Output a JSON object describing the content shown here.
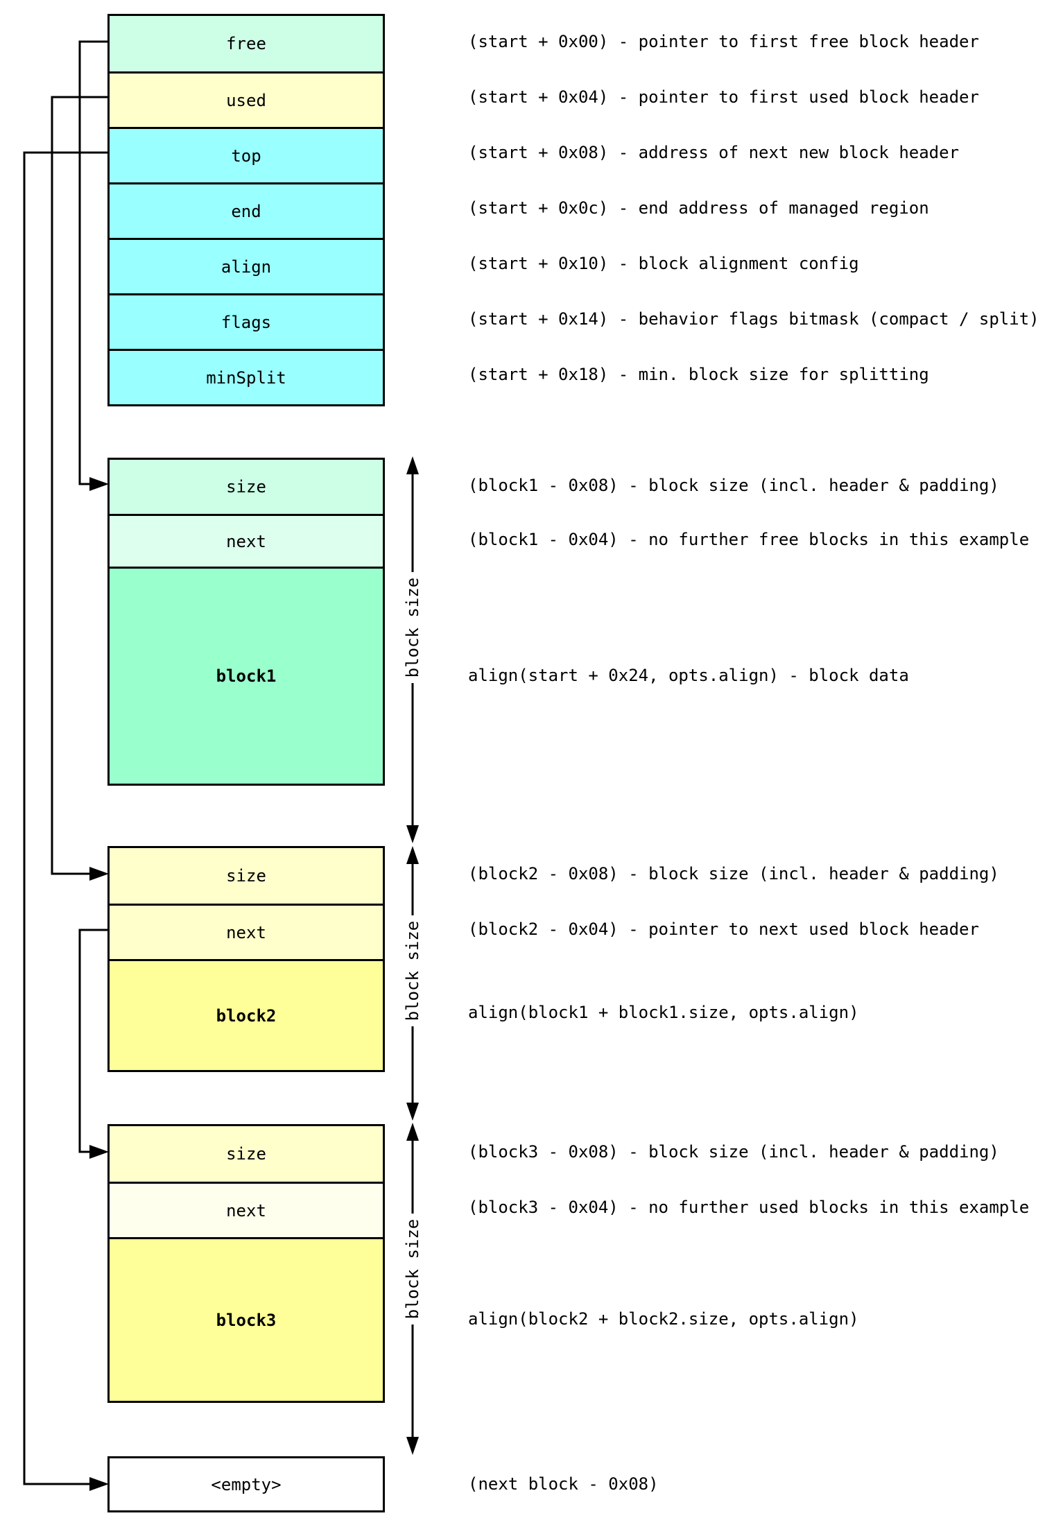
{
  "colors": {
    "mint_header": "#ccffe6",
    "mint_next": "#ddffee",
    "mint_data": "#99ffcc",
    "yellow_header": "#ffffcc",
    "yellow_next": "#ffffee",
    "yellow_data": "#ffff99",
    "cyan": "#99ffff",
    "line": "#000000",
    "background": "#ffffff"
  },
  "state_table": {
    "rows": [
      {
        "label": "free",
        "annotation": "(start + 0x00) - pointer to first free block header"
      },
      {
        "label": "used",
        "annotation": "(start + 0x04) - pointer to first used block header"
      },
      {
        "label": "top",
        "annotation": "(start + 0x08) - address of next new block header"
      },
      {
        "label": "end",
        "annotation": "(start + 0x0c) - end address of managed region"
      },
      {
        "label": "align",
        "annotation": "(start + 0x10) - block alignment config"
      },
      {
        "label": "flags",
        "annotation": "(start + 0x14) - behavior flags bitmask (compact / split)"
      },
      {
        "label": "minSplit",
        "annotation": "(start + 0x18) - min. block size for splitting"
      }
    ]
  },
  "blocks": [
    {
      "size_label": "size",
      "next_label": "next",
      "name_label": "block1",
      "size_annotation": "(block1 - 0x08) - block size (incl. header & padding)",
      "next_annotation": "(block1 - 0x04) - no further free blocks in this example",
      "data_annotation": "align(start + 0x24, opts.align) - block data",
      "size_arrow_label": "block size"
    },
    {
      "size_label": "size",
      "next_label": "next",
      "name_label": "block2",
      "size_annotation": "(block2 - 0x08) - block size (incl. header & padding)",
      "next_annotation": "(block2 - 0x04) - pointer to next used block header",
      "data_annotation": "align(block1 + block1.size, opts.align)",
      "size_arrow_label": "block size"
    },
    {
      "size_label": "size",
      "next_label": "next",
      "name_label": "block3",
      "size_annotation": "(block3 - 0x08) - block size (incl. header & padding)",
      "next_annotation": "(block3 - 0x04) - no further used blocks in this example",
      "data_annotation": "align(block2 + block2.size, opts.align)",
      "size_arrow_label": "block size"
    }
  ],
  "empty_block": {
    "label": "<empty>",
    "annotation": "(next block - 0x08)"
  }
}
